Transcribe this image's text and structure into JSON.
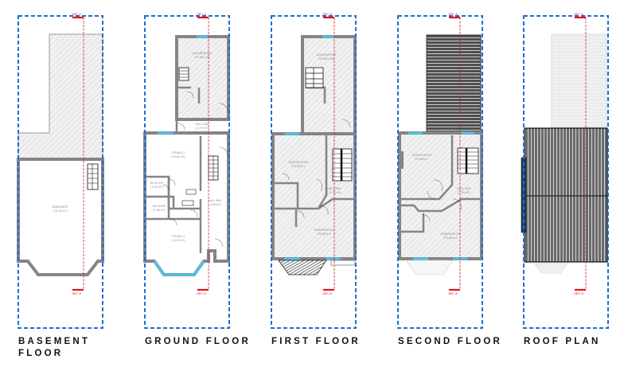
{
  "section_marker": "SEC A",
  "floors": [
    {
      "title_line1": "BASEMENT",
      "title_line2": "FLOOR",
      "rooms": [
        {
          "name": "BASEMENT",
          "area": "( 32.45 m² )"
        }
      ]
    },
    {
      "title_line1": "GROUND FLOOR",
      "rooms": [
        {
          "name": "UNSURVEYED",
          "area": "STUDIO-3A"
        },
        {
          "name": "HALL WAY",
          "area": "( 2.70 m² )"
        },
        {
          "name": "STUDIO-2",
          "area": "( 10.69 m² )"
        },
        {
          "name": "EN SUITE",
          "area": "( 2.20 m² )"
        },
        {
          "name": "EN SUITE",
          "area": "( 1.96 m² )"
        },
        {
          "name": "HALL WAY",
          "area": "( 3.88 m² )"
        },
        {
          "name": "STUDIO-1",
          "area": "( 13.13 m² )"
        }
      ]
    },
    {
      "title_line1": "FIRST FLOOR",
      "rooms": [
        {
          "name": "UNSURVEYED",
          "area": "STUDIO-5A"
        },
        {
          "name": "UNSURVEYED",
          "area": "STUDIO-4"
        },
        {
          "name": "HALL WAY",
          "area": "( 11.24 m² )"
        },
        {
          "name": "UNSURVEYED",
          "area": "STUDIO-3"
        }
      ]
    },
    {
      "title_line1": "SECOND FLOOR",
      "rooms": [
        {
          "name": "UNSURVEYED",
          "area": "STUDIO-7"
        },
        {
          "name": "HALL WAY",
          "area": "( 7.53 m² )"
        },
        {
          "name": "UNSURVEYED",
          "area": "STUDIO-6"
        }
      ]
    },
    {
      "title_line1": "ROOF PLAN",
      "rooms": []
    }
  ],
  "colors": {
    "boundary": "#1f6fd1",
    "section": "#e0161b",
    "window": "#4fc3ea",
    "wall": "#858585"
  }
}
